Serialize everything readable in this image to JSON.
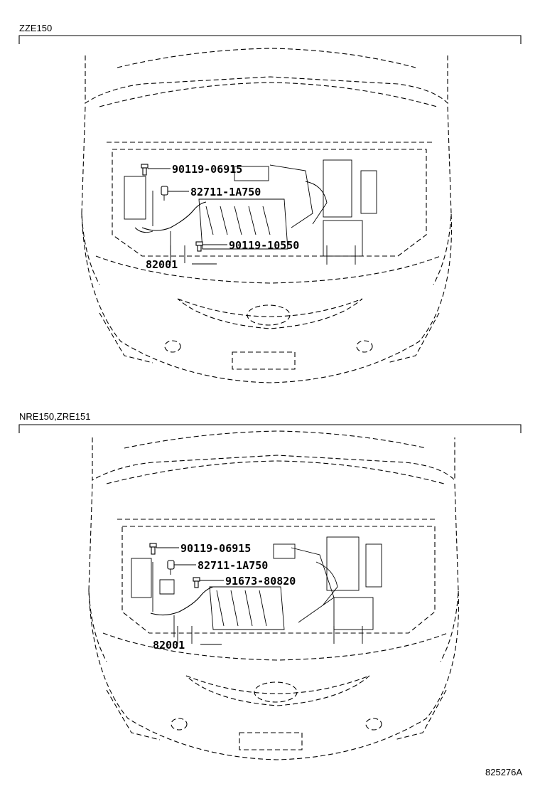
{
  "sections": [
    {
      "model_label": "ZZE150",
      "parts": [
        {
          "number": "90119-06915"
        },
        {
          "number": "82711-1A750"
        },
        {
          "number": "90119-10550"
        },
        {
          "number": "82001"
        }
      ]
    },
    {
      "model_label": "NRE150,ZRE151",
      "parts": [
        {
          "number": "90119-06915"
        },
        {
          "number": "82711-1A750"
        },
        {
          "number": "91673-80820"
        },
        {
          "number": "82001"
        }
      ]
    }
  ],
  "reference_code": "825276A"
}
